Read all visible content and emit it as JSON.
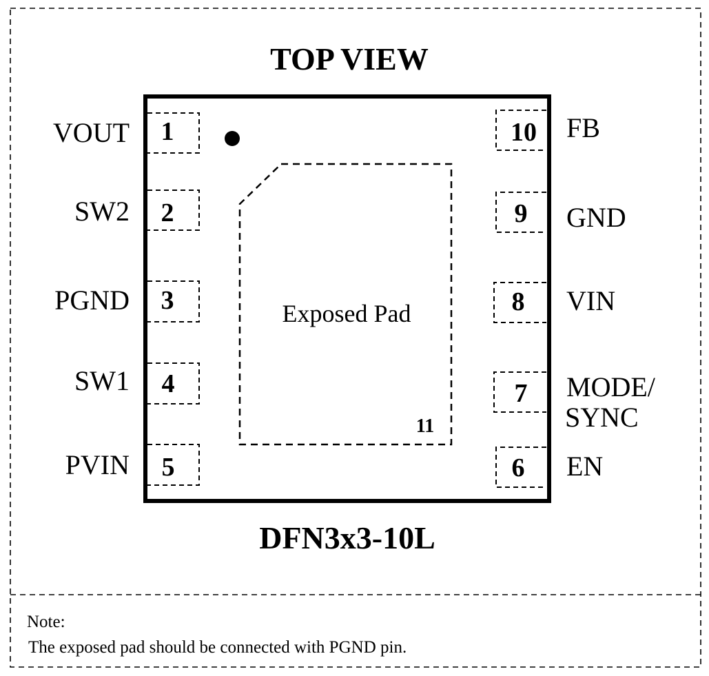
{
  "title": "TOP VIEW",
  "package": "DFN3x3-10L",
  "exposed_pad": {
    "label": "Exposed Pad",
    "pin_number": "11"
  },
  "pins_left": [
    {
      "number": "1",
      "name": "VOUT"
    },
    {
      "number": "2",
      "name": "SW2"
    },
    {
      "number": "3",
      "name": "PGND"
    },
    {
      "number": "4",
      "name": "SW1"
    },
    {
      "number": "5",
      "name": "PVIN"
    }
  ],
  "pins_right": [
    {
      "number": "10",
      "name": "FB"
    },
    {
      "number": "9",
      "name": "GND"
    },
    {
      "number": "8",
      "name": "VIN"
    },
    {
      "number": "7",
      "name": "MODE/",
      "name2": "SYNC"
    },
    {
      "number": "6",
      "name": "EN"
    }
  ],
  "note": {
    "heading": "Note:",
    "text": "The exposed pad should be connected with PGND pin."
  }
}
